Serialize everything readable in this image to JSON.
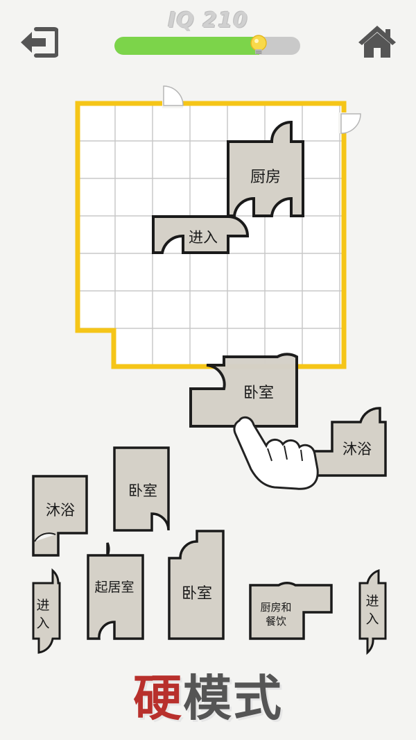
{
  "hud": {
    "iq_label": "IQ 210",
    "progress_fraction": 0.78,
    "progress_color": "#7cd44a",
    "icons": {
      "back": "exit-arrow-icon",
      "home": "home-icon",
      "hint": "lightbulb-icon"
    }
  },
  "board": {
    "border_color": "#f5c518",
    "placed_rooms": [
      {
        "id": "kitchen",
        "label": "厨房"
      },
      {
        "id": "entrance",
        "label": "进入"
      }
    ],
    "dragging_room": {
      "id": "bedroom",
      "label": "卧室"
    }
  },
  "tray": {
    "rooms": [
      {
        "id": "bath-1",
        "label": "沐浴"
      },
      {
        "id": "bedroom-1",
        "label": "卧室"
      },
      {
        "id": "bath-2",
        "label": "沐浴"
      },
      {
        "id": "entrance-1",
        "label": "进入"
      },
      {
        "id": "living",
        "label": "起居室"
      },
      {
        "id": "bedroom-2",
        "label": "卧室"
      },
      {
        "id": "kitchen-dining",
        "label_line1": "厨房和",
        "label_line2": "餐饮"
      },
      {
        "id": "entrance-2",
        "label": "进入"
      }
    ]
  },
  "mode": {
    "accent_char": "硬",
    "rest": "模式",
    "accent_color": "#b8302c"
  },
  "colors": {
    "room_fill": "#d5d1c8",
    "room_stroke": "#1a1a1a",
    "grid_line": "#c8c8c8"
  }
}
